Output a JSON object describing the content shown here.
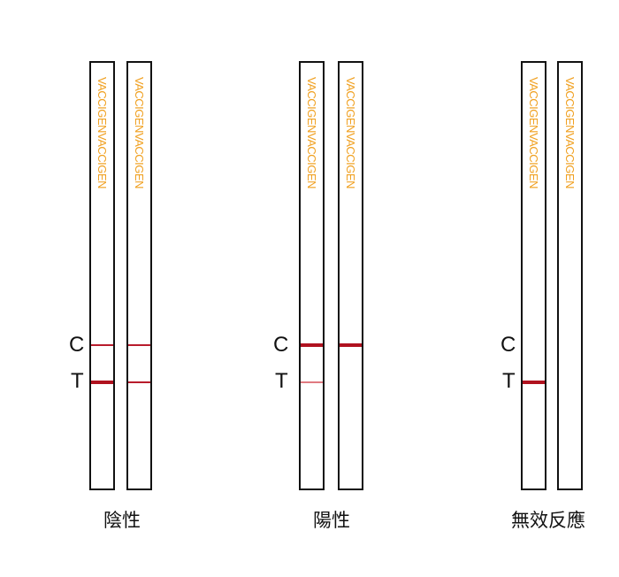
{
  "brand": "VACCIGEN",
  "labels": {
    "control": "C",
    "test": "T"
  },
  "captions": {
    "negative": "陰性",
    "positive": "陽性",
    "invalid": "無效反應"
  },
  "colors": {
    "brand": "#f0a020",
    "band_strong": "#b0121f",
    "band_medium": "#b81c2c",
    "band_faint": "#e07a80",
    "outline": "#111111"
  },
  "results": [
    {
      "name": "negative",
      "strips": [
        {
          "control_band": "medium",
          "test_band": "strong"
        },
        {
          "control_band": "medium",
          "test_band": "medium"
        }
      ]
    },
    {
      "name": "positive",
      "strips": [
        {
          "control_band": "strong",
          "test_band": "faint"
        },
        {
          "control_band": "strong",
          "test_band": "none"
        }
      ]
    },
    {
      "name": "invalid",
      "strips": [
        {
          "control_band": "none",
          "test_band": "strong"
        },
        {
          "control_band": "none",
          "test_band": "none"
        }
      ]
    }
  ]
}
